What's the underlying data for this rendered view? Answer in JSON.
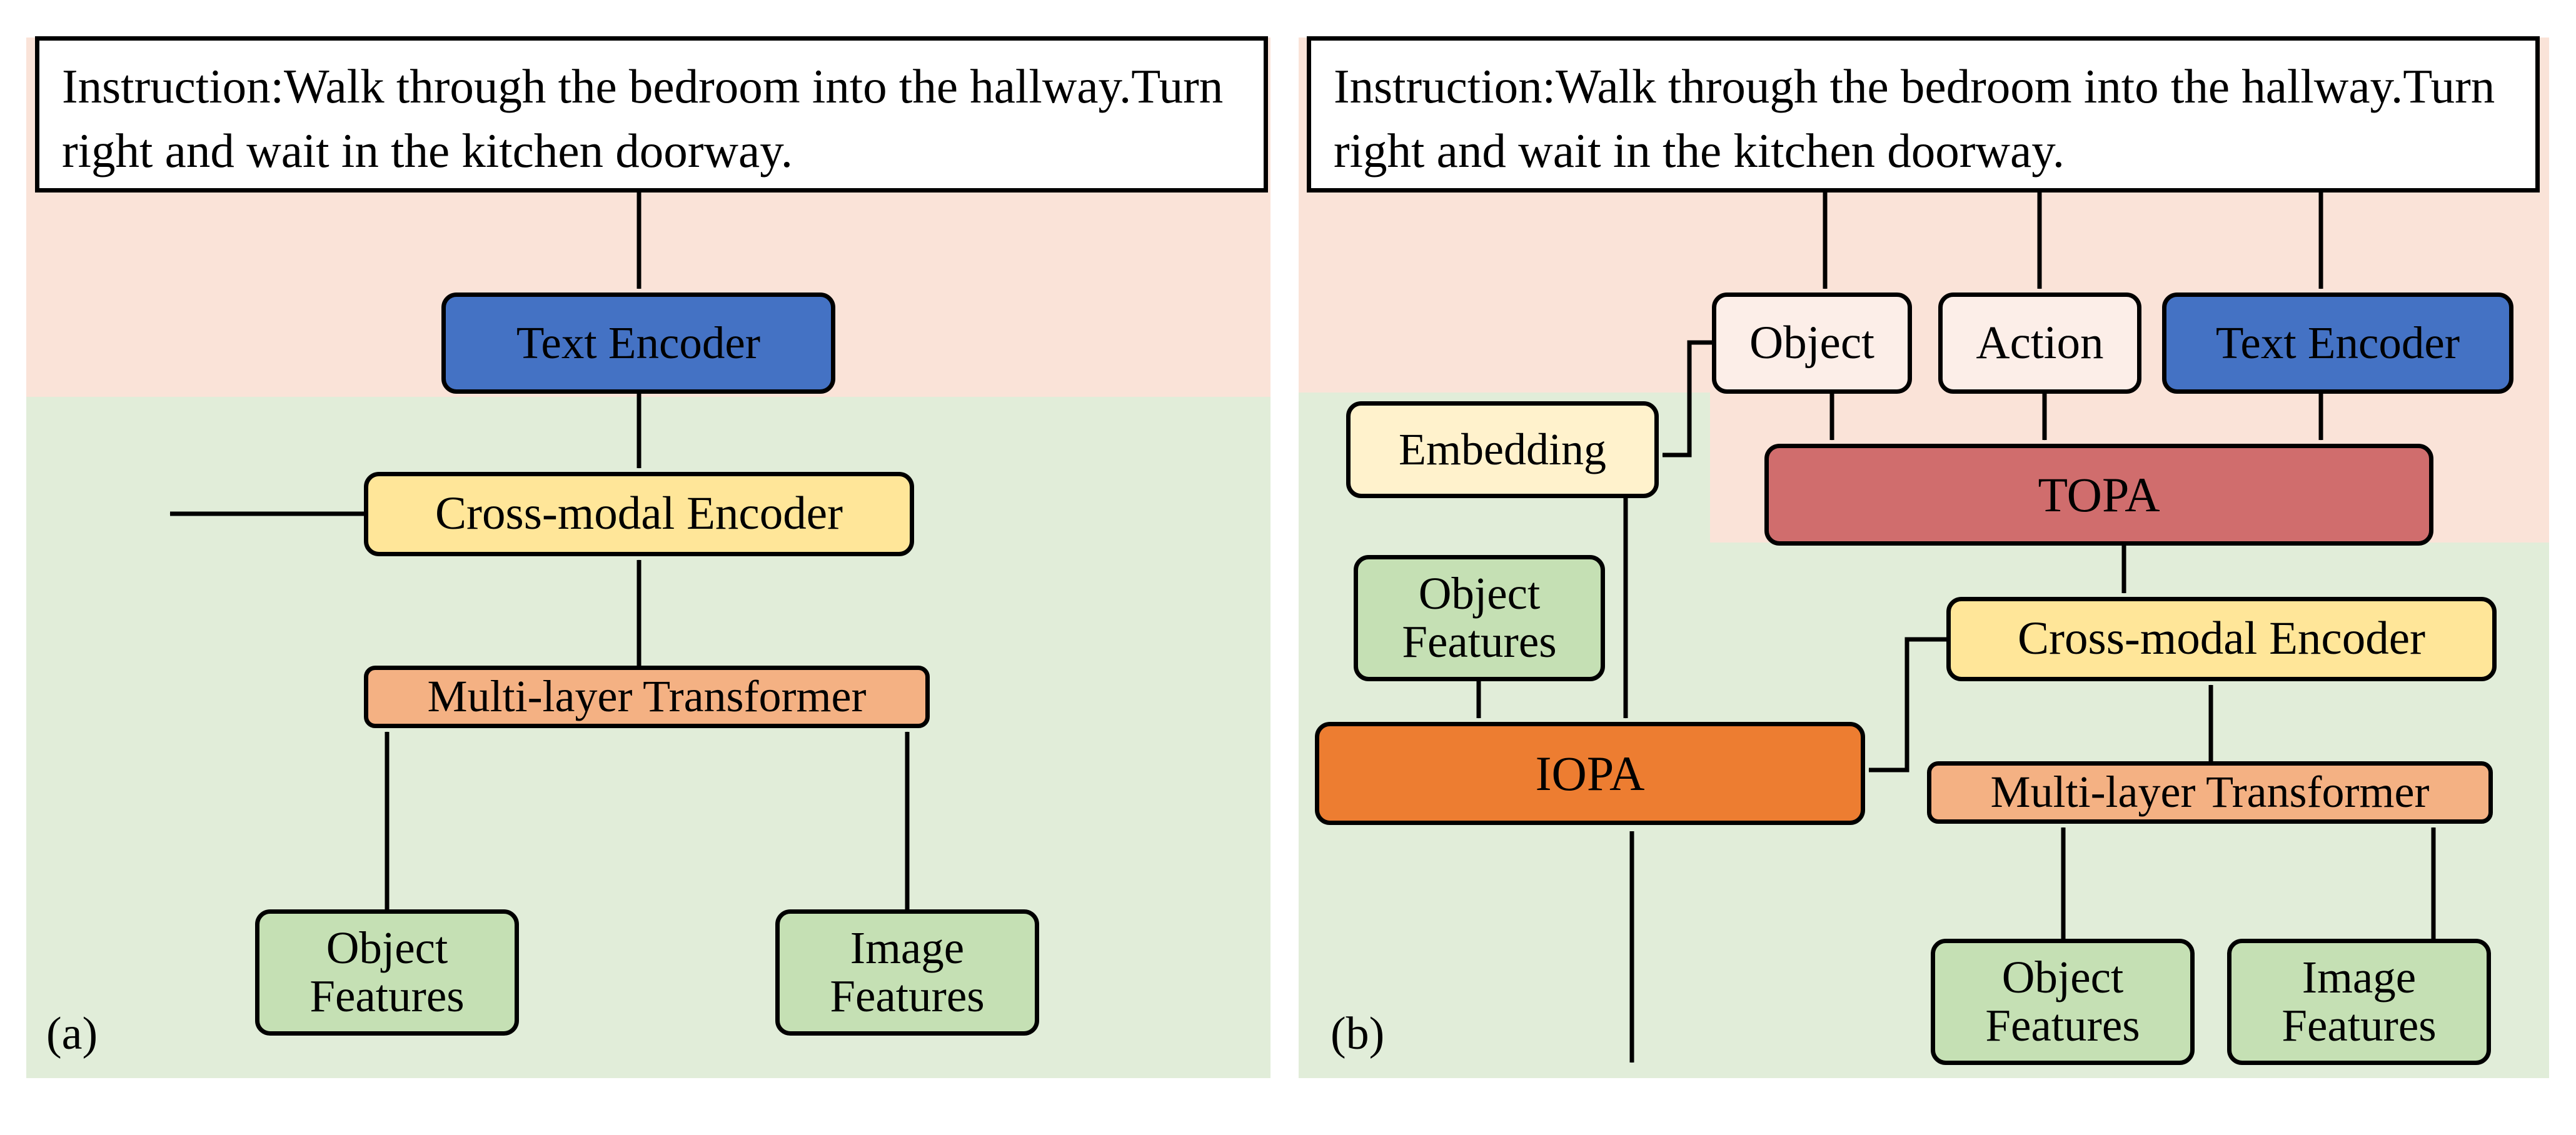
{
  "colors": {
    "instruction_region": "#FAE3D8",
    "feature_region": "#E1EDD9",
    "text_encoder": "#4472C4",
    "cross_modal": "#FFE699",
    "transformer": "#F4B183",
    "features": "#C5E0B4",
    "embedding": "#FFF2CC",
    "word_box": "#FCEEE8",
    "topa": "#D06D6D",
    "iopa": "#ED7D31"
  },
  "panel_a": {
    "label": "(a)",
    "instruction": "Instruction:Walk through the bedroom into the hallway.Turn right and wait in the kitchen doorway.",
    "text_encoder": "Text Encoder",
    "cross_modal_encoder": "Cross-modal Encoder",
    "multi_layer_transformer": "Multi-layer Transformer",
    "object_features": "Object Features",
    "image_features": "Image Features"
  },
  "panel_b": {
    "label": "(b)",
    "instruction": "Instruction:Walk through the bedroom into the hallway.Turn right and wait in the kitchen doorway.",
    "object": "Object",
    "action": "Action",
    "text_encoder": "Text Encoder",
    "embedding": "Embedding",
    "topa": "TOPA",
    "object_features_top": "Object Features",
    "iopa": "IOPA",
    "cross_modal_encoder": "Cross-modal Encoder",
    "multi_layer_transformer": "Multi-layer Transformer",
    "object_features_bottom": "Object Features",
    "image_features": "Image Features"
  }
}
